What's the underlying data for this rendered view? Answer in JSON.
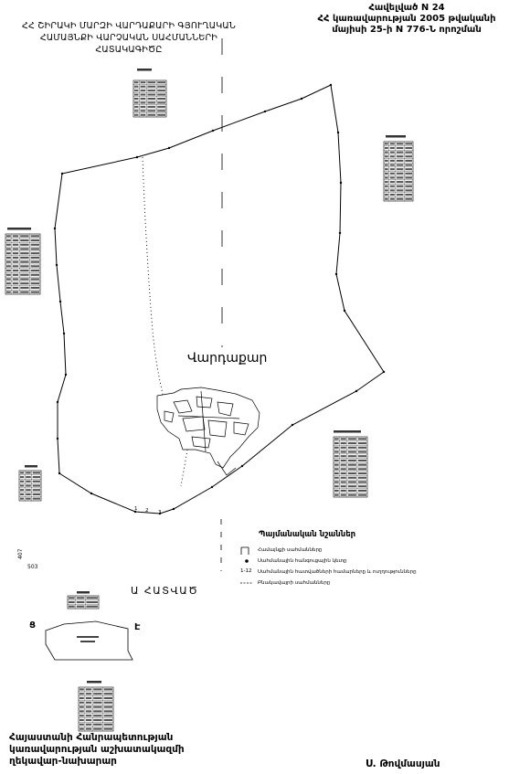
{
  "document": {
    "title_lines": [
      "ՀՀ ՇԻՐԱԿԻ ՄԱՐԶԻ ՎԱՐԴԱՔԱՐԻ ԳՅՈՒՂԱԿԱՆ",
      "ՀԱՄԱՅՆՔԻ ՎԱՐՉԱԿԱՆ ՍԱՀՄԱՆՆԵՐԻ",
      "ՀԱՏԱԿԱԳԻԾԸ"
    ],
    "annex_lines": [
      "Հավելված N 24",
      "ՀՀ կառավարության 2005 թվականի",
      "մայիսի 25-ի N 776-Ն որոշման"
    ]
  },
  "map": {
    "settlement_name": "Վարդաքար",
    "side_numbers": [
      "407",
      "503"
    ],
    "vertex_numbers": [
      "1",
      "2",
      "3"
    ]
  },
  "legend": {
    "title": "Պայմանական նշաններ",
    "items": [
      {
        "label": "Համայնքի սահմանները"
      },
      {
        "label": "Սահմանային հանգուցային կետը"
      },
      {
        "symbol": "1-12",
        "label": "Սահմանային հատվածների համարները և ուղղությունները"
      },
      {
        "label": "Բնակավայրի սահմանները"
      }
    ]
  },
  "inset": {
    "section_title": "Ա ՀԱՏՎԱԾ",
    "left_mark": "Ց",
    "right_mark": "Է"
  },
  "signature": {
    "lines": [
      "Հայաստանի Հանրապետության",
      "կառավարության աշխատակազմի",
      "ղեկավար-նախարար"
    ],
    "name": "Ս. Թովմասյան"
  },
  "colors": {
    "ink": "#000000",
    "paper": "#ffffff",
    "table_mark": "#555555"
  }
}
